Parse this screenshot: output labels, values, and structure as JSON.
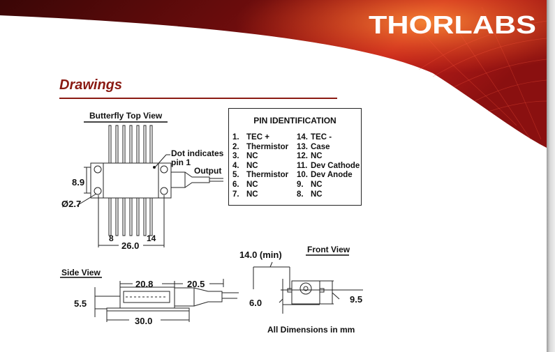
{
  "header": {
    "logo_text": "THORLABS",
    "brand_color": "#8a1a12"
  },
  "section_title": "Drawings",
  "top_view": {
    "title": "Butterfly Top View",
    "dot_note": "Dot indicates pin 1",
    "output_label": "Output",
    "dim_height": "8.9",
    "dim_hole": "Ø2.7",
    "dim_width": "26.0",
    "pin_left": "8",
    "pin_right": "14"
  },
  "pin_identification": {
    "title": "PIN IDENTIFICATION",
    "left": [
      {
        "num": "1.",
        "name": "TEC +"
      },
      {
        "num": "2.",
        "name": "Thermistor"
      },
      {
        "num": "3.",
        "name": "NC"
      },
      {
        "num": "4.",
        "name": "NC"
      },
      {
        "num": "5.",
        "name": "Thermistor"
      },
      {
        "num": "6.",
        "name": "NC"
      },
      {
        "num": "7.",
        "name": "NC"
      }
    ],
    "right": [
      {
        "num": "14.",
        "name": "TEC -"
      },
      {
        "num": "13.",
        "name": "Case"
      },
      {
        "num": "12.",
        "name": "NC"
      },
      {
        "num": "11.",
        "name": "Dev Cathode"
      },
      {
        "num": "10.",
        "name": "Dev Anode"
      },
      {
        "num": "9.",
        "name": "NC"
      },
      {
        "num": "8.",
        "name": "NC"
      }
    ]
  },
  "side_view": {
    "title": "Side View",
    "dim_body": "20.8",
    "dim_fiber": "20.5",
    "dim_height": "5.5",
    "dim_base": "30.0"
  },
  "front_view": {
    "title": "Front View",
    "dim_min": "14.0 (min)",
    "dim_offset": "6.0",
    "dim_height": "9.5"
  },
  "note": "All Dimensions in mm"
}
